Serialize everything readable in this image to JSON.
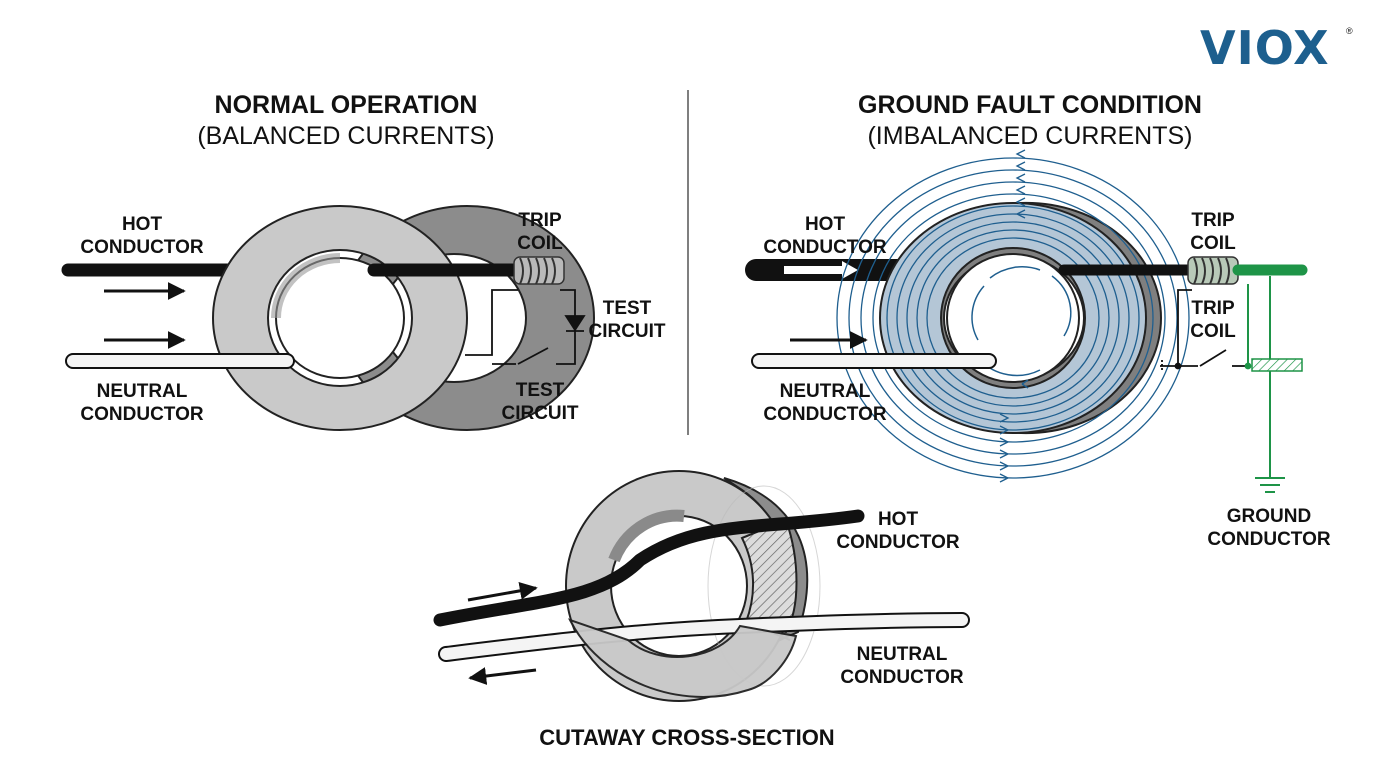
{
  "brand": {
    "logo_text": "VIOX",
    "trademark": "®"
  },
  "colors": {
    "core_face": "#c9c9c9",
    "core_side": "#8c8c8c",
    "conductor_hot": "#111111",
    "neutral_fill": "#f4f4f4",
    "flux_field": "#1f5f8f",
    "ground_green": "#1e9447",
    "logo_blue": "#1d5f8e"
  },
  "normal": {
    "title": "NORMAL OPERATION",
    "subtitle": "(BALANCED CURRENTS)",
    "hot_label": [
      "HOT",
      "CONDUCTOR"
    ],
    "neutral_label": [
      "NEUTRAL",
      "CONDUCTOR"
    ],
    "trip_coil_label": [
      "TRIP",
      "COIL"
    ],
    "test_label_right": [
      "TEST",
      "CIRCUIT"
    ],
    "test_label_bottom": [
      "TEST",
      "CIRCUIT"
    ]
  },
  "fault": {
    "title": "GROUND FAULT CONDITION",
    "subtitle": "(IMBALANCED CURRENTS)",
    "hot_label": [
      "HOT",
      "CONDUCTOR"
    ],
    "neutral_label": [
      "NEUTRAL",
      "CONDUCTOR"
    ],
    "trip_coil_label": [
      "TRIP",
      "COIL"
    ],
    "trip_coil_label_2": [
      "TRIP",
      "COIL"
    ],
    "ground_label": [
      "GROUND",
      "CONDUCTOR"
    ]
  },
  "cutaway": {
    "title": "CUTAWAY CROSS-SECTION",
    "hot_label": [
      "HOT",
      "CONDUCTOR"
    ],
    "neutral_label": [
      "NEUTRAL",
      "CONDUCTOR"
    ]
  }
}
